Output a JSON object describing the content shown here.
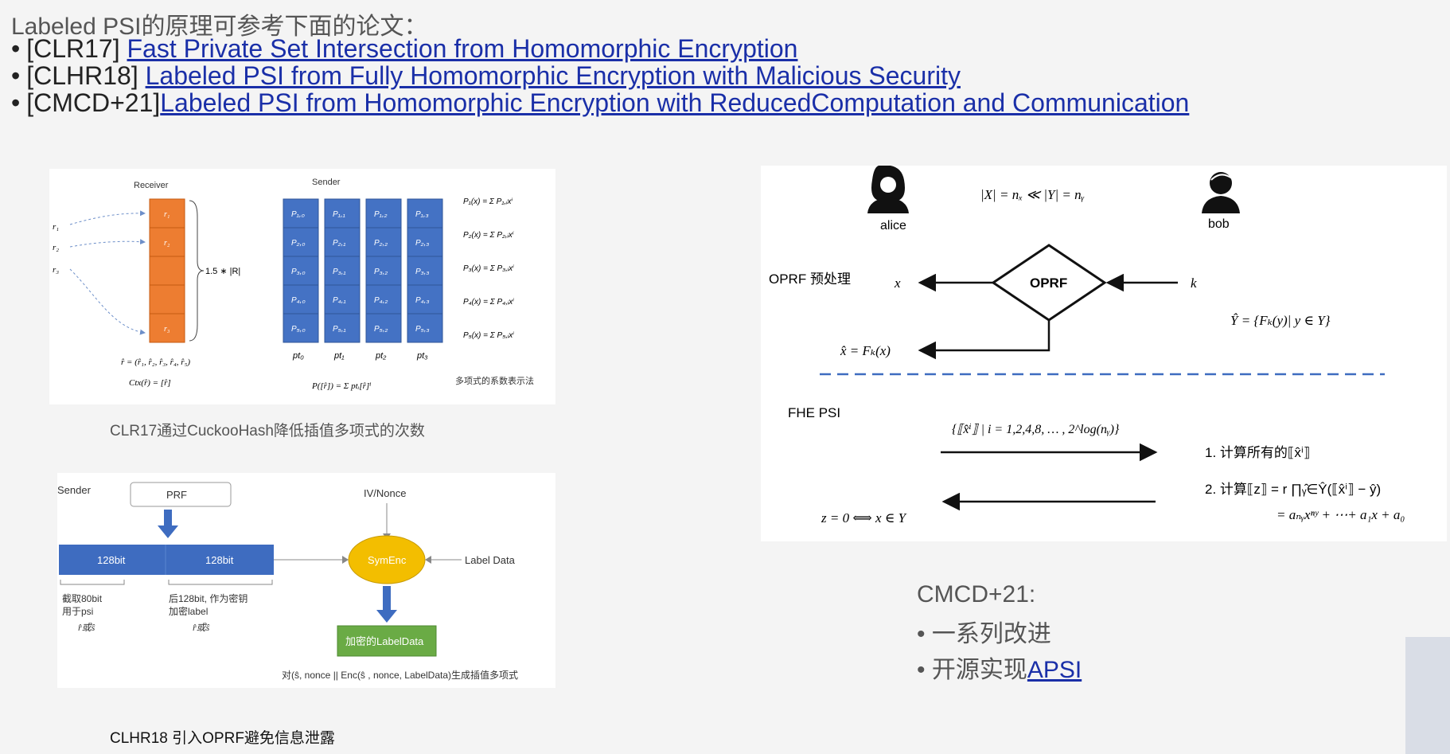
{
  "slide": {
    "title": "Labeled PSI的原理可参考下面的论文：",
    "bullet": "•",
    "references": [
      {
        "tag": "[CLR17] ",
        "title": "Fast Private Set Intersection from Homomorphic Encryption"
      },
      {
        "tag": "[CLHR18] ",
        "title": "Labeled PSI from Fully Homomorphic Encryption with Malicious Security"
      },
      {
        "tag": "[CMCD+21]",
        "title": "Labeled PSI from Homomorphic Encryption with ReducedComputation and Communication"
      }
    ]
  },
  "clr17": {
    "receiver_label": "Receiver",
    "sender_label": "Sender",
    "x_labels": [
      "r₁",
      "r₂",
      "r₃"
    ],
    "table_cells": [
      "r₁",
      "r₂",
      "",
      "",
      "r₃"
    ],
    "size_label": "1.5 ∗ |R|",
    "vec_label": "r̂ = (r̂₁, r̂₂, r̂₃, r̂₄, r̂₅)",
    "ctx_label": "Ctx(r̂) = [r̂]",
    "grid": [
      [
        "P₁,₀",
        "P₁,₁",
        "P₁,₂",
        "P₁,₃"
      ],
      [
        "P₂,₀",
        "P₂,₁",
        "P₂,₂",
        "P₂,₃"
      ],
      [
        "P₃,₀",
        "P₃,₁",
        "P₃,₂",
        "P₃,₃"
      ],
      [
        "P₄,₀",
        "P₄,₁",
        "P₄,₂",
        "P₄,₃"
      ],
      [
        "P₅,₀",
        "P₅,₁",
        "P₅,₂",
        "P₅,₃"
      ]
    ],
    "pt_labels": [
      "pt₀",
      "pt₁",
      "pt₂",
      "pt₃"
    ],
    "poly_formula": "P([r̂]) = Σ ptᵢ[r̂]ⁱ",
    "formulas": [
      "P₁(x) = Σ P₁,ᵢxⁱ",
      "P₂(x) = Σ P₂,ᵢxⁱ",
      "P₃(x) = Σ P₃,ᵢxⁱ",
      "P₄(x) = Σ P₄,ᵢxⁱ",
      "P₅(x) = Σ P₅,ᵢxⁱ"
    ],
    "coef_note": "多项式的系数表示法",
    "caption": "CLR17通过CuckooHash降低插值多项式的次数"
  },
  "clhr18": {
    "sender_label": "Sender",
    "prf_label": "PRF",
    "ivnonce_label": "IV/Nonce",
    "bits": [
      "128bit",
      "128bit"
    ],
    "symenc_label": "SymEnc",
    "labeldata_label": "Label Data",
    "left_note": [
      "截取80bit",
      "用于psi",
      "r̂或ŝ"
    ],
    "right_note": [
      "后128bit, 作为密钥",
      "加密label",
      "r̂或ŝ"
    ],
    "encrypted_label": "加密的LabelData",
    "bottom_note": "对(ŝ, nonce || Enc(ŝ , nonce, LabelData)生成插值多项式",
    "caption": "CLHR18 引入OPRF避免信息泄露",
    "colors": {
      "blue": "#3e6cc0",
      "yellow": "#f3be00",
      "green": "#6aab45"
    }
  },
  "cmcd_diagram": {
    "alice_label": "alice",
    "bob_label": "bob",
    "size_relation": "|X| = nₓ ≪ |Y| = nᵧ",
    "oprf_stage": "OPRF 预处理",
    "oprf_box": "OPRF",
    "x_var": "x",
    "k_var": "k",
    "xhat_eq": "x̂ = Fₖ(x)",
    "yhat_eq": "Ŷ = {Fₖ(y)| y ∈ Y}",
    "fhe_stage": "FHE PSI",
    "powers": "{⟦x̂ⁱ⟧ | i = 1,2,4,8, … , 2^log(nᵧ)}",
    "step1": "1. 计算所有的⟦x̂ⁱ⟧",
    "step2": "2. 计算⟦z⟧ = r ∏ᵧ̂∈Ŷ(⟦x̂ⁱ⟧ − ŷ)",
    "step2b": "= aₙᵧxⁿʸ + ⋯+ a₁x + a₀",
    "result": "z = 0 ⟺ x ∈ Y"
  },
  "cmcd": {
    "title": "CMCD+21:",
    "items": [
      "一系列改进",
      "开源实现"
    ],
    "link": "APSI",
    "bullet": "•"
  }
}
